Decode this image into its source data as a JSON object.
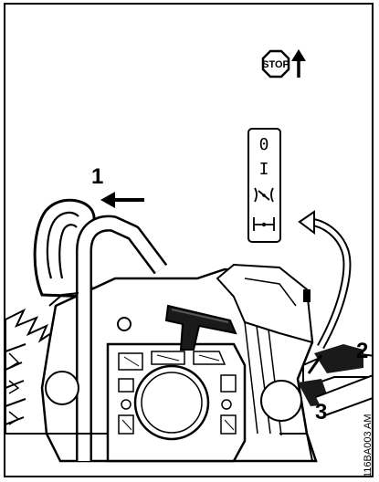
{
  "stop_sign": {
    "text": "STOP"
  },
  "callouts": {
    "one": "1",
    "two": "2",
    "three": "3"
  },
  "switch_positions": {
    "off": "0",
    "run": "I"
  },
  "figure_code": "116BA003 AM"
}
